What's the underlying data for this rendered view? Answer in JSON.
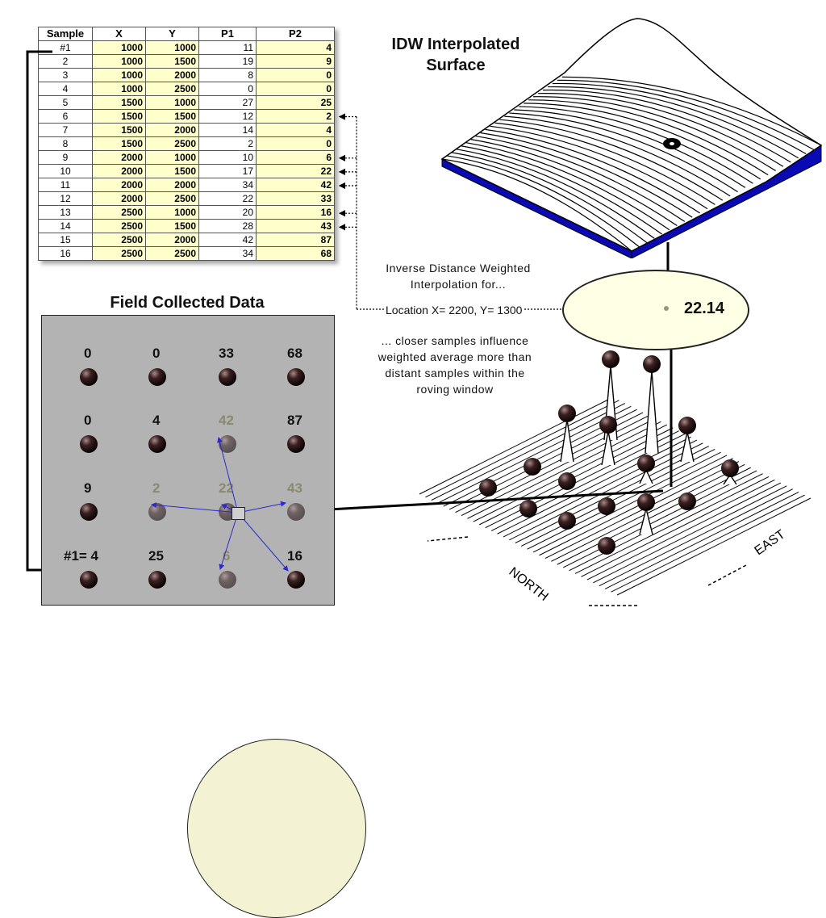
{
  "table": {
    "headers": [
      "Sample",
      "X",
      "Y",
      "P1",
      "P2"
    ],
    "rows": [
      [
        "#1",
        "1000",
        "1000",
        "11",
        "4"
      ],
      [
        "2",
        "1000",
        "1500",
        "19",
        "9"
      ],
      [
        "3",
        "1000",
        "2000",
        "8",
        "0"
      ],
      [
        "4",
        "1000",
        "2500",
        "0",
        "0"
      ],
      [
        "5",
        "1500",
        "1000",
        "27",
        "25"
      ],
      [
        "6",
        "1500",
        "1500",
        "12",
        "2"
      ],
      [
        "7",
        "1500",
        "2000",
        "14",
        "4"
      ],
      [
        "8",
        "1500",
        "2500",
        "2",
        "0"
      ],
      [
        "9",
        "2000",
        "1000",
        "10",
        "6"
      ],
      [
        "10",
        "2000",
        "1500",
        "17",
        "22"
      ],
      [
        "11",
        "2000",
        "2000",
        "34",
        "42"
      ],
      [
        "12",
        "2000",
        "2500",
        "22",
        "33"
      ],
      [
        "13",
        "2500",
        "1000",
        "20",
        "16"
      ],
      [
        "14",
        "2500",
        "1500",
        "28",
        "43"
      ],
      [
        "15",
        "2500",
        "2000",
        "42",
        "87"
      ],
      [
        "16",
        "2500",
        "2500",
        "34",
        "68"
      ]
    ],
    "highlighted_rows": [
      "6",
      "9",
      "10",
      "11",
      "13",
      "14"
    ]
  },
  "surface": {
    "title_line1": "IDW Interpolated",
    "title_line2": "Surface",
    "side_color": "#0a0ab4"
  },
  "explanation": {
    "line1": "Inverse Distance Weighted",
    "line2": "Interpolation for...",
    "location": "Location X= 2200, Y= 1300",
    "result": "22.14",
    "note1": "... closer samples influence",
    "note2": "weighted average more than",
    "note3": "distant samples within the",
    "note4": "roving window"
  },
  "field": {
    "title": "Field Collected Data",
    "grid_labels": [
      [
        "0",
        "0",
        "33",
        "68"
      ],
      [
        "0",
        "4",
        "42",
        "87"
      ],
      [
        "9",
        "2",
        "22",
        "43"
      ],
      [
        "#1= 4",
        "25",
        "6",
        "16"
      ]
    ],
    "window_color": "#ececc4"
  },
  "axes": {
    "north": "NORTH",
    "east": "EAST"
  }
}
